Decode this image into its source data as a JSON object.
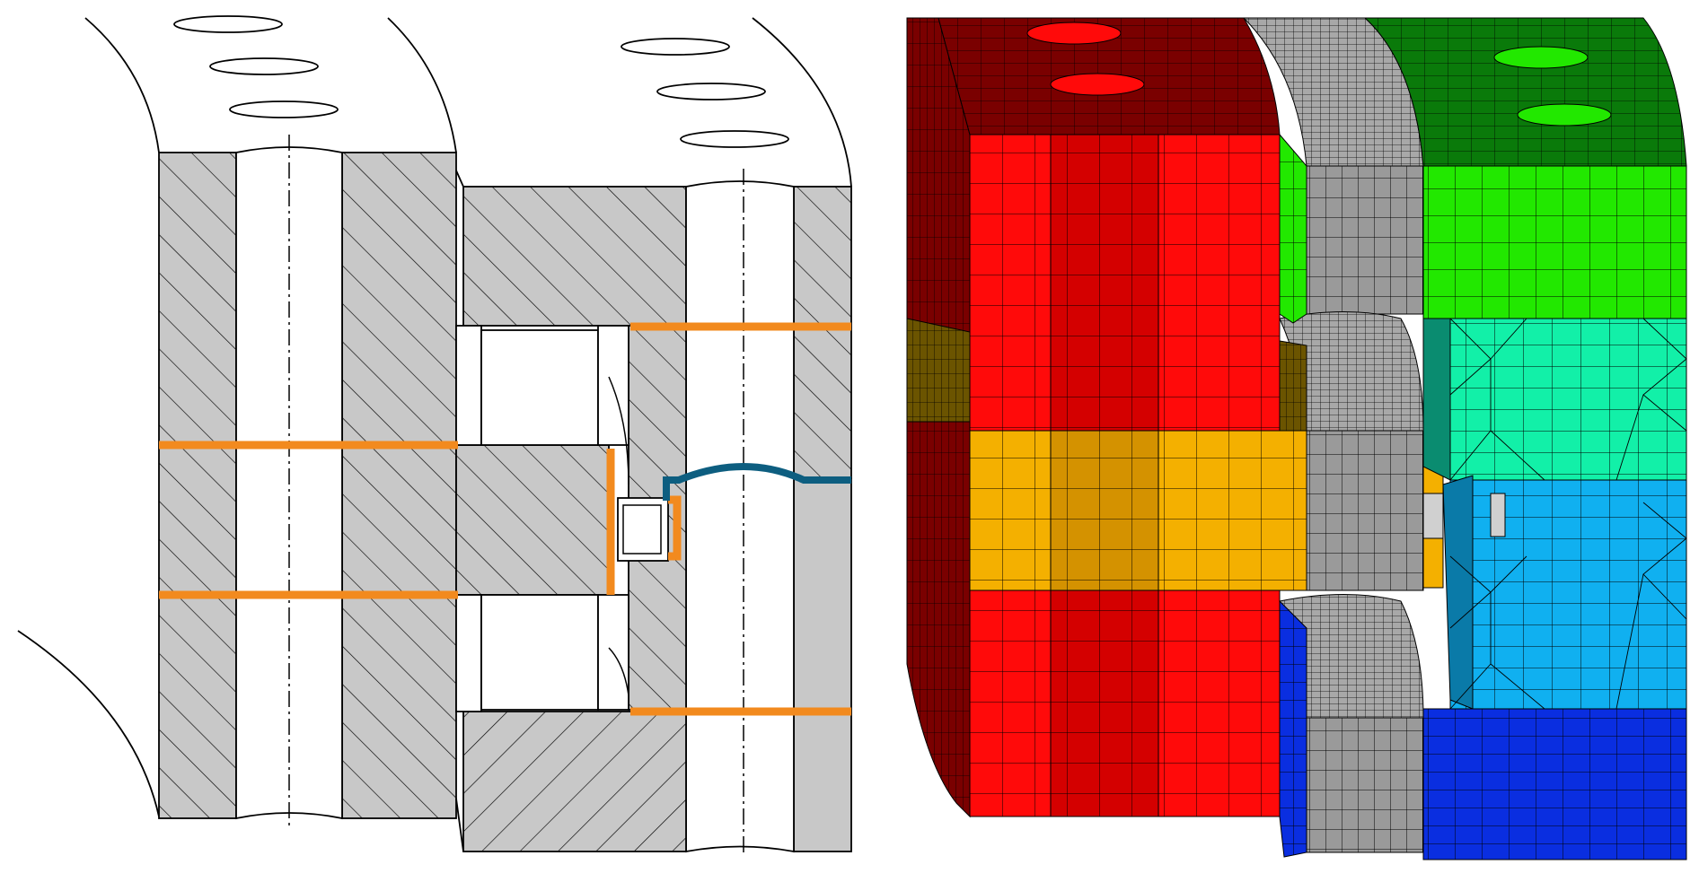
{
  "figure": {
    "panels": [
      {
        "id": "cross-section",
        "kind": "hatched 2D engineering cross-section"
      },
      {
        "id": "fe-mesh",
        "kind": "3D finite-element mesh"
      }
    ]
  },
  "colors": {
    "hatch_fill": "#c8c8c8",
    "line": "#000000",
    "orange_cut": "#f28a1e",
    "blue_curve": "#0d5e80",
    "mesh_dark_red": "#7a0000",
    "mesh_red": "#ff0a0a",
    "mesh_orange": "#f4b000",
    "mesh_gray": "#9a9a9a",
    "mesh_dark_green": "#0a7a0a",
    "mesh_green": "#22e800",
    "mesh_teal": "#12f0a8",
    "mesh_light_blue": "#10b0f0",
    "mesh_blue": "#0a2ee0",
    "mesh_olive": "#6b5400"
  }
}
